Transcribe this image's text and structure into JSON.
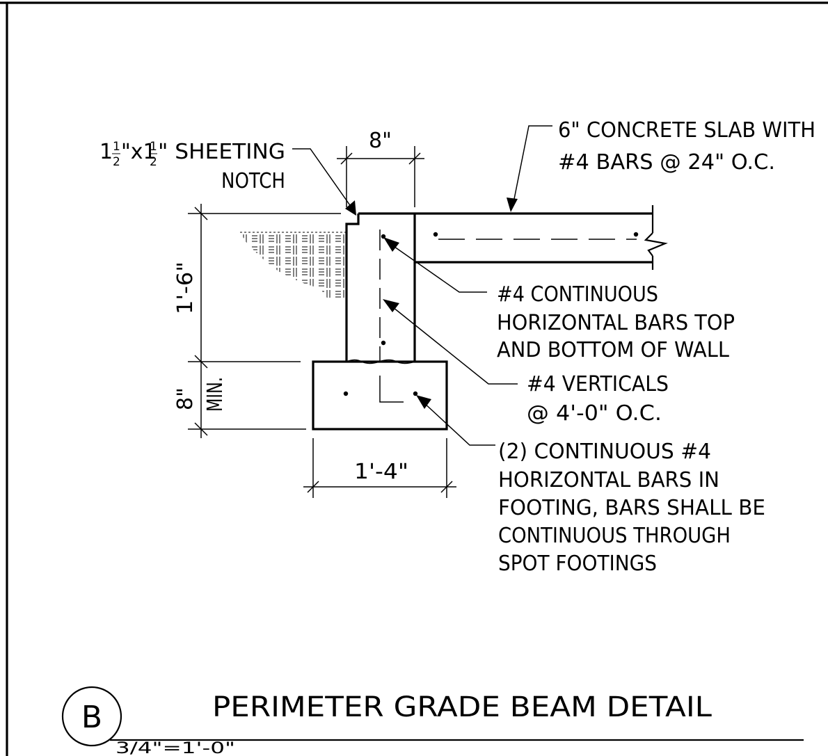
{
  "detail": {
    "letter": "B",
    "title": "PERIMETER GRADE BEAM DETAIL",
    "scale": "3/4\"=1'-0\""
  },
  "dimensions": {
    "wall_width": "8\"",
    "wall_height": "1'-6\"",
    "footing_depth": "8\"",
    "footing_depth_note": "MIN.",
    "footing_width": "1'-4\""
  },
  "notes": {
    "notch": {
      "size_whole_1": "1",
      "size_num_1": "1",
      "size_den_1": "2",
      "size_mid": "\"x1",
      "size_num_2": "1",
      "size_den_2": "2",
      "size_tail": "\" SHEETING",
      "line2": "NOTCH"
    },
    "slab": {
      "line1": "6\" CONCRETE SLAB WITH",
      "line2": "#4 BARS @ 24\" O.C."
    },
    "horizontal_bars": {
      "line1": "#4 CONTINUOUS",
      "line2": "HORIZONTAL BARS TOP",
      "line3": "AND BOTTOM OF WALL"
    },
    "verticals": {
      "line1": "#4 VERTICALS",
      "line2": "@ 4'-0\" O.C."
    },
    "footing_bars": {
      "line1": "(2) CONTINUOUS #4",
      "line2": "HORIZONTAL BARS IN",
      "line3": "FOOTING, BARS SHALL BE",
      "line4": "CONTINUOUS THROUGH",
      "line5": "SPOT FOOTINGS"
    }
  }
}
